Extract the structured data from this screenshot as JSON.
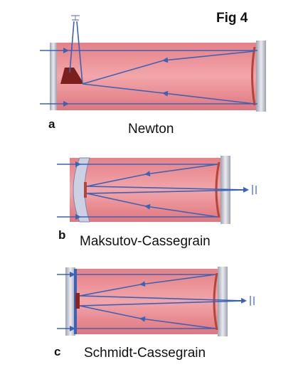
{
  "figure": {
    "label": "Fig 4"
  },
  "panels": [
    {
      "letter": "a",
      "caption": "Newton"
    },
    {
      "letter": "b",
      "caption": "Maksutov-Cassegrain"
    },
    {
      "letter": "c",
      "caption": "Schmidt-Cassegrain"
    }
  ],
  "colors": {
    "tube": "#eb8f93",
    "tube_dark": "#d66f75",
    "ray": "#3a63b8",
    "metal": "#c6c9d3",
    "mirror_edge": "#a3402a"
  }
}
